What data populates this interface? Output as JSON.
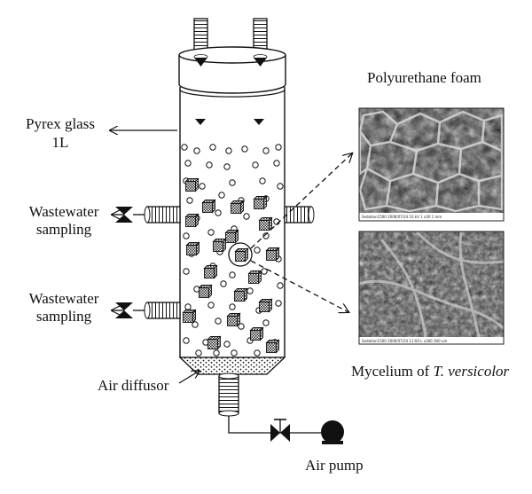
{
  "labels": {
    "polyurethane_foam": "Polyurethane foam",
    "pyrex_glass_line1": "Pyrex glass",
    "pyrex_glass_line2": "1L",
    "wastewater_upper_line1": "Wastewater",
    "wastewater_upper_line2": "sampling",
    "wastewater_lower_line1": "Wastewater",
    "wastewater_lower_line2": "sampling",
    "air_diffusor": "Air diffusor",
    "mycelium_prefix": "Mycelium of ",
    "mycelium_species": "T. versicolor",
    "air_pump": "Air pump"
  },
  "colors": {
    "line": "#111111",
    "sem_dark": "#3a3a3a",
    "sem_light": "#bdbdbd"
  }
}
